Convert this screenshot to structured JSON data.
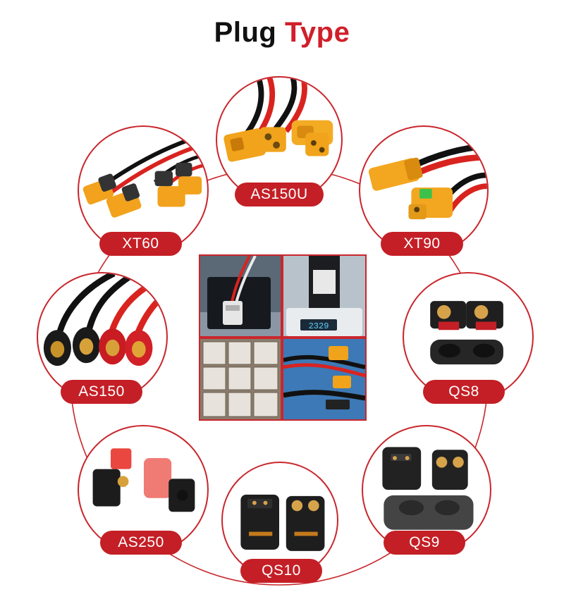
{
  "title": {
    "word1": "Plug",
    "word2": "Type"
  },
  "colors": {
    "accent": "#c41f26",
    "ring": "#c9262c",
    "title_dark": "#111111",
    "title_red": "#d01f2a"
  },
  "connectors": [
    {
      "label": "AS150U",
      "icon": "as150u-connector-photo"
    },
    {
      "label": "XT60",
      "icon": "xt60-connector-photo"
    },
    {
      "label": "XT90",
      "icon": "xt90-connector-photo"
    },
    {
      "label": "AS150",
      "icon": "as150-connector-photo"
    },
    {
      "label": "QS8",
      "icon": "qs8-connector-photo"
    },
    {
      "label": "AS250",
      "icon": "as250-connector-photo"
    },
    {
      "label": "QS10",
      "icon": "qs10-connector-photo"
    },
    {
      "label": "QS9",
      "icon": "qs9-connector-photo"
    }
  ],
  "center_photos": [
    {
      "icon": "battery-pack-photo"
    },
    {
      "icon": "digital-scale-photo"
    },
    {
      "icon": "packaged-parts-photo"
    },
    {
      "icon": "cable-assembly-photo"
    }
  ],
  "scale_reading": "2329"
}
